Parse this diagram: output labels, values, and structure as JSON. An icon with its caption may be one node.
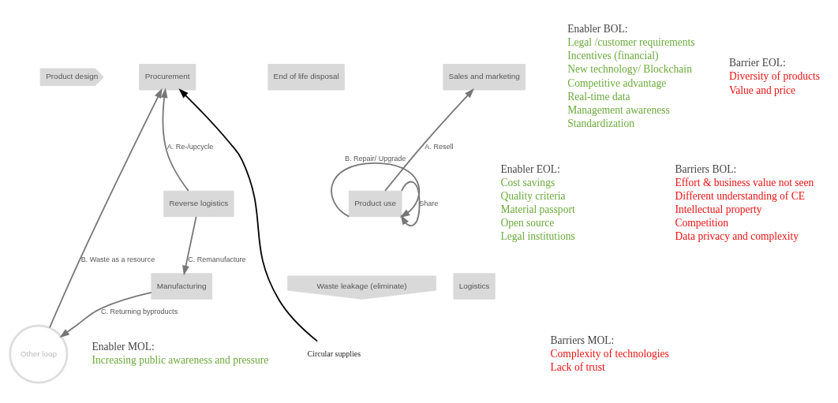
{
  "diagram": {
    "nodes": [
      {
        "text": [
          "Product design"
        ]
      },
      {
        "text": [
          "Procurement"
        ]
      },
      {
        "text": [
          "Manufacturing"
        ]
      },
      {
        "text": [
          "Logistics"
        ]
      },
      {
        "text": [
          "Sales and marketing"
        ]
      },
      {
        "text": [
          "Product use"
        ]
      },
      {
        "text": [
          "End of life disposal"
        ]
      },
      {
        "text": [
          "Reverse logistics"
        ]
      },
      {
        "text": [
          "Waste leakage (eliminate)"
        ]
      },
      {
        "text": [
          "Other loop"
        ]
      },
      {
        "text": [
          "Circular supplies"
        ]
      }
    ],
    "edges": [
      {
        "from": 10,
        "to": 1,
        "arrow": "to",
        "color": "#000000"
      },
      {
        "from": 9,
        "to": 1,
        "arrow": "to",
        "label": "B. Waste as a resource"
      },
      {
        "from": 2,
        "to": 9,
        "arrow": "to",
        "label": "C. Returning byproducts"
      },
      {
        "from": 5,
        "to": 4,
        "arrow": "to",
        "label": "A. Resell"
      },
      {
        "from": 5,
        "to": 5,
        "arrow": "to",
        "label": "B. Repair/ Upgrade"
      },
      {
        "from": 7,
        "to": 2,
        "arrow": "to",
        "label": "C. Remanufacture"
      },
      {
        "from": 7,
        "to": 1,
        "arrow": "to",
        "label": "A. Re-/upcycle"
      },
      {
        "from": 5,
        "to": 5,
        "arrow": "to",
        "label": "Share"
      }
    ],
    "labels": [
      "Enabler BOL:",
      "Legal /customer requirements",
      "Incentives (financial)",
      "New technology/ Blockchain",
      "Competitive advantage",
      "Real-time data",
      "Management awareness",
      "Standardization",
      "Enabler MOL:",
      "Increasing public awareness and pressure",
      "Barriers MOL:",
      "Complexity of technologies",
      "Lack of trust",
      "Barriers BOL:",
      "Effort & business value not seen",
      "Different understanding of CE",
      "Intellectual property",
      "Competition",
      "Data privacy and complexity",
      "Barrier EOL:",
      "Diversity of products",
      "Value and price",
      "Enabler EOL:",
      "Cost savings",
      "Quality criteria",
      "Material passport",
      "Open source",
      "Legal institutions"
    ]
  }
}
